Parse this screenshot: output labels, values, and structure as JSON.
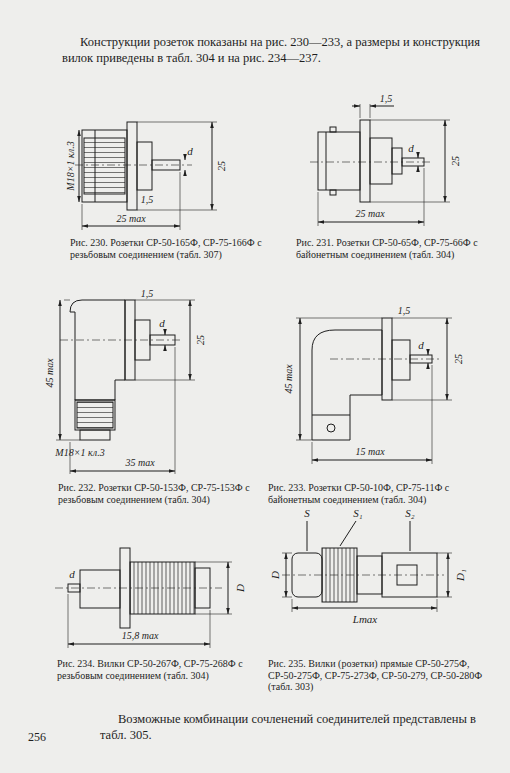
{
  "diagram": {
    "labels": [
      "Конструкции розеток показаны на рис. 230—233, а размеры и конструкция вилок приведены в табл. 304 и на рис. 234—237.",
      "M18×1 кл.3",
      "1,5",
      "d",
      "25",
      "25 max",
      "Рис. 230. Розетки СР-50-165Ф, СР-75-166Ф с резьбовым соединением (табл. 307)",
      "1,5",
      "d",
      "25",
      "25 max",
      "Рис. 231. Розетки СР-50-65Ф, СР-75-66Ф с байонетным соединением (табл. 304)",
      "1,5",
      "d",
      "25",
      "45 max",
      "M18×1 кл.3",
      "35 max",
      "Рис. 232. Розетки СР-50-153Ф, СР-75-153Ф с резьбовым соединением (табл. 304)",
      "1,5",
      "d",
      "25",
      "45 max",
      "15 max",
      "Рис. 233. Розетки СР-50-10Ф, СР-75-11Ф с байонетным соединением (табл. 304)",
      "d",
      "D",
      "15,8 max",
      "Рис. 234. Вилки СР-50-267Ф, СР-75-268Ф с резьбовым соединением (табл. 304)",
      "S",
      "S₁",
      "S₂",
      "D",
      "D₁",
      "Lmax",
      "Рис. 235. Вилки (розетки) прямые СР-50-275Ф, СР-50-275Ф, СР-75-273Ф, СР-50-279, СР-50-280Ф (табл. 303)",
      "Возможные комбинации сочленений соединителей представлены в табл. 305.",
      "256"
    ]
  }
}
